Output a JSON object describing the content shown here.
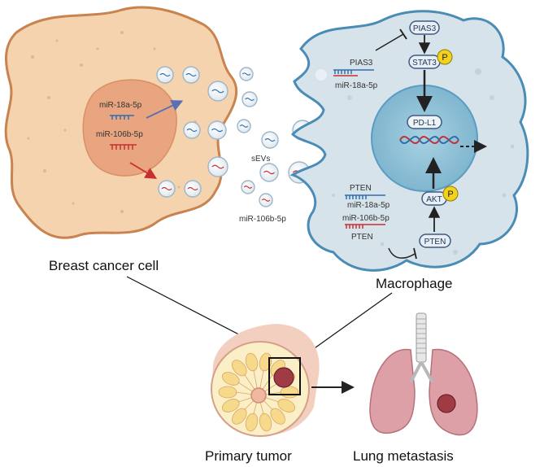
{
  "labels": {
    "breast_cancer_cell": "Breast cancer cell",
    "macrophage": "Macrophage",
    "primary_tumor": "Primary tumor",
    "lung_metastasis": "Lung metastasis",
    "sevs": "sEVs",
    "mir_18a_left": "miR-18a-5p",
    "mir_106b_left": "miR-106b-5p",
    "mir_106b_middle": "miR-106b-5p",
    "pias3_text": "PIAS3",
    "mir_18a_top_right": "miR-18a-5p",
    "pten_text": "PTEN",
    "mir_18a_bottom_right": "miR-18a-5p",
    "mir_106b_bottom_right": "miR-106b-5p",
    "pten_text_2": "PTEN"
  },
  "nodes": {
    "pias3": "PIAS3",
    "stat3": "STAT3",
    "pd_l1": "PD-L1",
    "akt": "AKT",
    "pten": "PTEN",
    "phospho": "P"
  },
  "colors": {
    "cancer_cell_fill": "#f4d3ae",
    "cancer_cell_border": "#c8834f",
    "nucleus_fill": "#e8a57f",
    "macrophage_fill": "#d7e3ea",
    "macrophage_border": "#4a8cb6",
    "macrophage_nucleus": "#8dbfd6",
    "mir18a": "#2e6fae",
    "mir106b": "#c83030",
    "phospho": "#f4d21c",
    "lung": "#dca0a6",
    "tumor": "#9e3b45"
  }
}
